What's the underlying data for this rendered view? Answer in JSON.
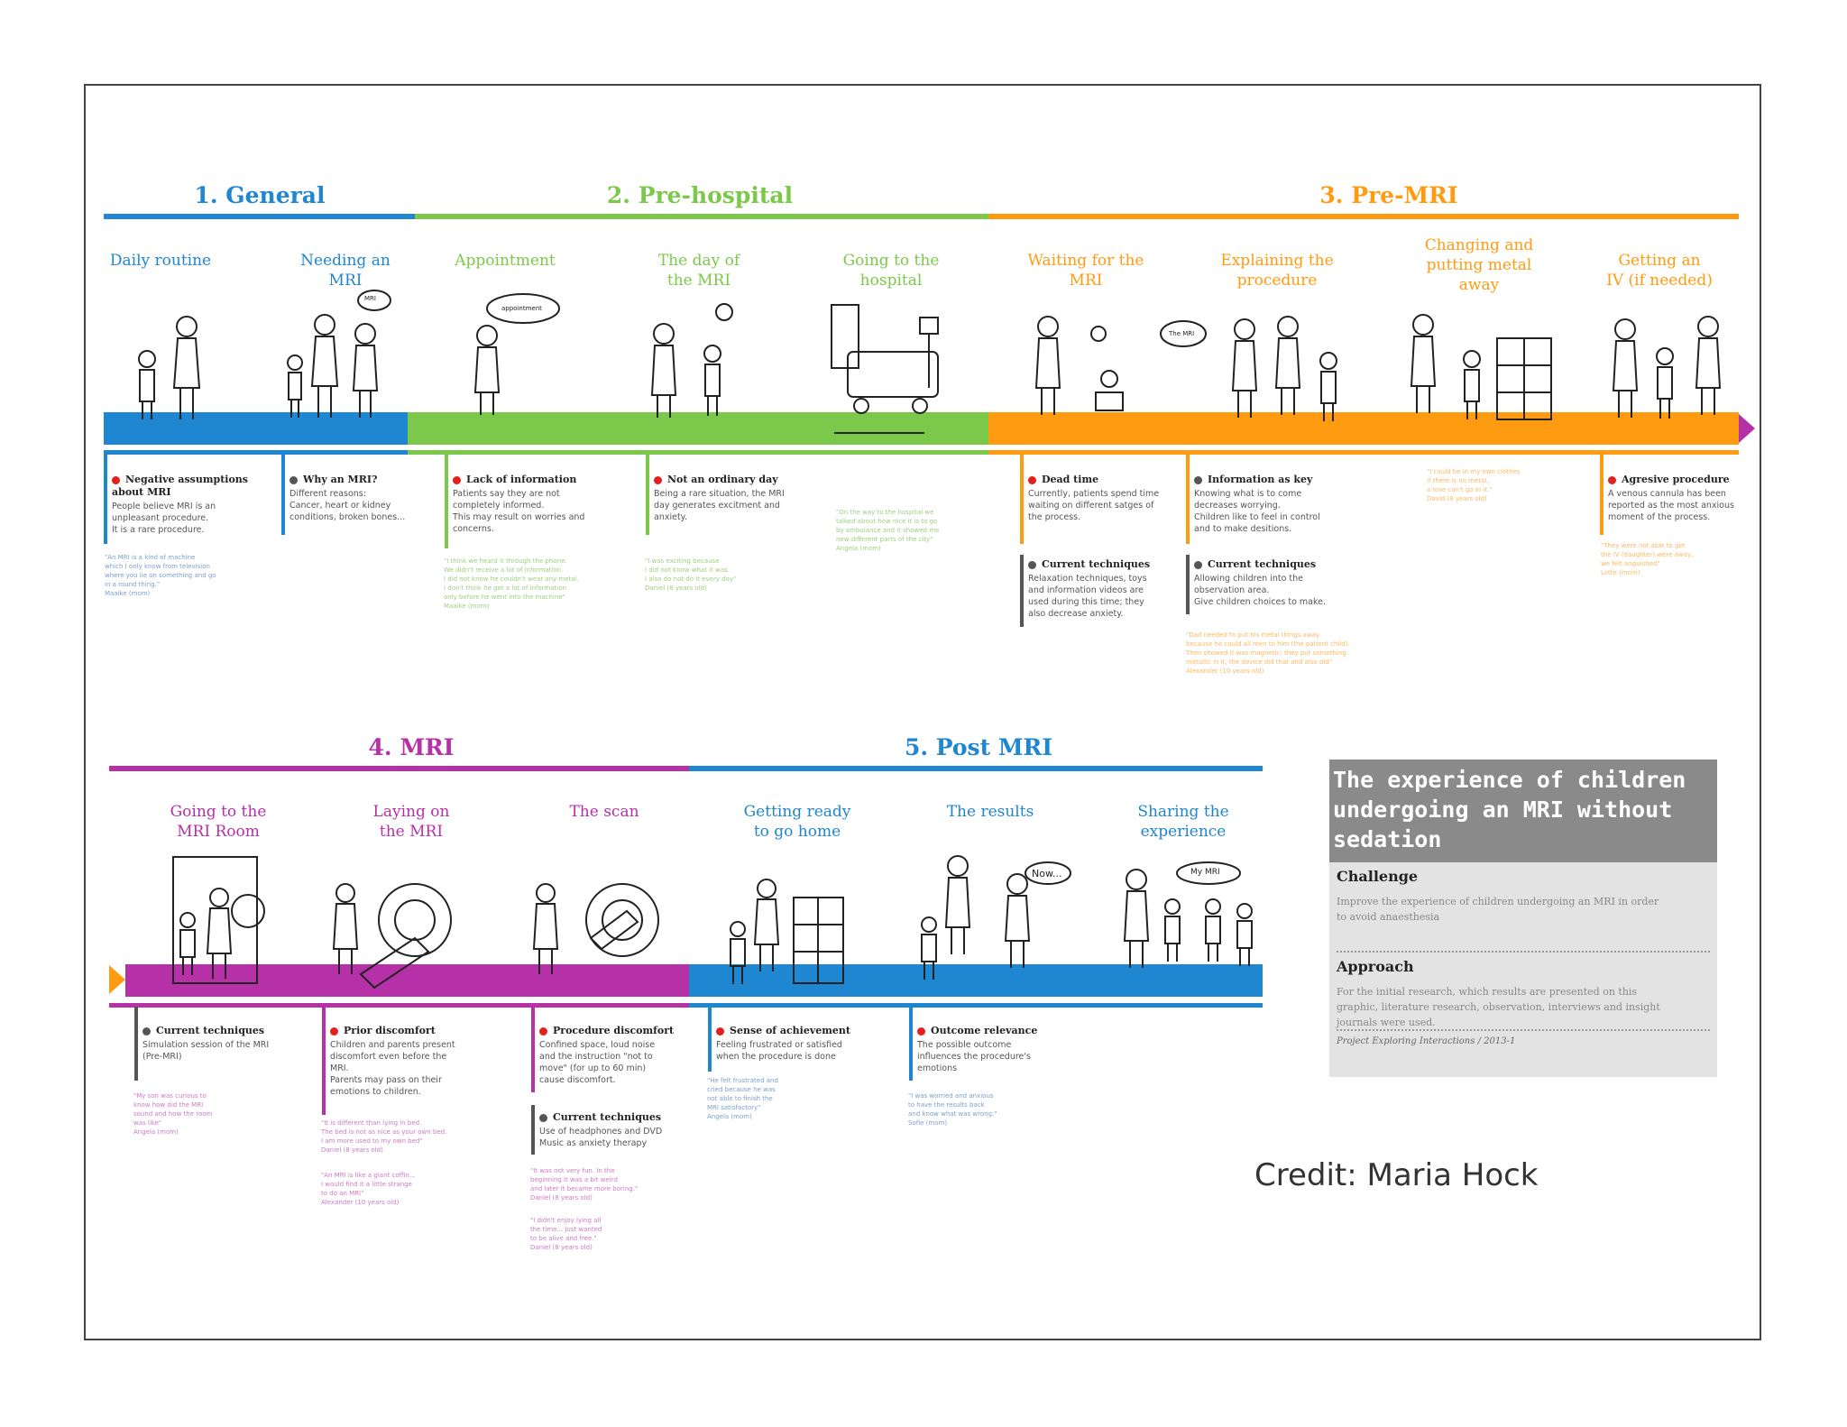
{
  "colors": {
    "general": "#1f86d1",
    "prehospital": "#7cc84a",
    "premri": "#ff9b11",
    "mri": "#b630a8",
    "postmri": "#1f86d1",
    "red": "#e2211c",
    "gray": "#555555"
  },
  "phases": {
    "general": "1. General",
    "prehospital": "2. Pre-hospital",
    "premri": "3. Pre-MRI",
    "mri": "4. MRI",
    "postmri": "5. Post MRI"
  },
  "stages": [
    "Daily routine",
    "Needing an\nMRI",
    "Appointment",
    "The day of\nthe MRI",
    "Going to the\nhospital",
    "Waiting for the\nMRI",
    "Explaining the\nprocedure",
    "Changing and\nputting metal\naway",
    "Getting an\nIV (if needed)",
    "Going to the\nMRI Room",
    "Laying on\nthe MRI",
    "The scan",
    "Getting ready\nto go home",
    "The results",
    "Sharing the\nexperience"
  ],
  "bubbles": {
    "mri": "MRI",
    "appointment": "appointment",
    "the_mri": "The MRI",
    "now": "Now...",
    "my_mri": "My MRI"
  },
  "cards": [
    {
      "title": "Negative assumptions about MRI",
      "dot": "red",
      "text": "People believe MRI is an\nunpleasant procedure.\nIt is a rare procedure."
    },
    {
      "title": "Why an MRI?",
      "dot": "gray",
      "text": "Different reasons:\nCancer, heart or kidney\nconditions, broken bones..."
    },
    {
      "title": "Lack of information",
      "dot": "red",
      "text": "Patients say they are not\ncompletely informed.\nThis may result on worries and\nconcerns."
    },
    {
      "title": "Not an ordinary day",
      "dot": "red",
      "text": "Being a rare situation, the MRI\nday generates excitment and\nanxiety."
    },
    {
      "title": "Dead time",
      "dot": "red",
      "text": "Currently, patients spend time\nwaiting on different satges of\nthe process."
    },
    {
      "title": "Current techniques",
      "dot": "gray",
      "text": "Relaxation techniques, toys\nand information videos are\nused during this time; they\nalso decrease anxiety."
    },
    {
      "title": "Information as key",
      "dot": "gray",
      "text": "Knowing what is to come\ndecreases worrying.\nChildren like to feel in control\nand to make desitions."
    },
    {
      "title": "Current techniques",
      "dot": "gray",
      "text": "Allowing children into the\nobservation area.\nGive children choices to make."
    },
    {
      "title": "Agresive procedure",
      "dot": "red",
      "text": "A venous cannula has been\nreported as the most anxious\nmoment of the process."
    },
    {
      "title": "Current techniques",
      "dot": "gray",
      "text": "Simulation session of the MRI\n(Pre-MRI)"
    },
    {
      "title": "Prior discomfort",
      "dot": "red",
      "text": "Children and parents present\ndiscomfort even before the\nMRI.\nParents may pass on their\nemotions to children."
    },
    {
      "title": "Procedure discomfort",
      "dot": "red",
      "text": "Confined space, loud noise\nand the instruction \"not to\nmove\" (for up to 60 min)\ncause discomfort."
    },
    {
      "title": "Current techniques",
      "dot": "gray",
      "text": "Use of headphones and DVD\nMusic as anxiety therapy"
    },
    {
      "title": "Sense of achievement",
      "dot": "red",
      "text": "Feeling frustrated or satisfied\nwhen the procedure is done"
    },
    {
      "title": "Outcome relevance",
      "dot": "red",
      "text": "The possible outcome\ninfluences the procedure's\nemotions"
    }
  ],
  "quotes": [
    {
      "text": "\"An MRI is a kind of machine\nwhich I only know from television\nwhere you lie on something and go\nin a round thing.\"",
      "who": "Maaike (mom)"
    },
    {
      "text": "\"I think we heard it through the phone.\nWe didn't receive a lot of information.\nI did not know he couldn't wear any metal.\nI don't think he got a lot of information\nonly before he went into the machine\"",
      "who": "Maaike (mom)"
    },
    {
      "text": "\"I was exciting because\nI did not know what it was.\nI also do not do it every day\"",
      "who": "Daniel (8 years old)"
    },
    {
      "text": "\"On the way to the hospital we\ntalked about how nice it is to go\nby ambulance and it showed me\nnew different parts of the city\"",
      "who": "Angela (mom)"
    },
    {
      "text": "\"I could be in my own clothes\nif there is no metal,\na love can't go in it.\"",
      "who": "David (8 years old)"
    },
    {
      "text": "\"Dad needed to put his metal things away\nbecause he could all men to him (the patient child).\nThen showed it was magnetic; they put something\nmetallic in it, the device did that and also did\"",
      "who": "Alexander (10 years old)"
    },
    {
      "text": "\"They were not able to get\nthe IV (daughter) were away,\nwe felt anguished\"",
      "who": "Lotte (mom)"
    },
    {
      "text": "\"My son was curious to\nknow how did the MRI\nsound and how the room\nwas like\"",
      "who": "Angela (mom)"
    },
    {
      "text": "\"It is different than lying in bed.\nThe bed is not as nice as your own bed.\nI am more used to my own bed\"",
      "who": "Daniel (8 years old)"
    },
    {
      "text": "\"An MRI is like a giant coffin...\nI would find it a little strange\nto do an MRI\"",
      "who": "Alexander (10 years old)"
    },
    {
      "text": "\"It was not very fun. In the\nbeginning it was a bit weird\nand later it became more boring.\"",
      "who": "Daniel (8 years old)"
    },
    {
      "text": "\"I didn't enjoy lying all\nthe time... just wanted\nto be alive and free.\"",
      "who": "Daniel (8 years old)"
    },
    {
      "text": "\"He felt frustrated and\ncried because he was\nnot able to finish the\nMRI satisfactory\"",
      "who": "Angela (mom)"
    },
    {
      "text": "\"I was worried and anxious\nto have the results back\nand know what was wrong.\"",
      "who": "Sofie (mom)"
    }
  ],
  "sidebox": {
    "title": "The experience of children\nundergoing an MRI without\nsedation",
    "challenge_title": "Challenge",
    "challenge_text": "Improve the experience of children undergoing an MRI in order\nto avoid anaesthesia",
    "approach_title": "Approach",
    "approach_text": "For the initial research, which results are presented on this\ngraphic, literature research, observation, interviews and insight\njournals were used.",
    "footer": "Project Exploring Interactions / 2013-1"
  },
  "credit": "Credit: Maria Hock"
}
